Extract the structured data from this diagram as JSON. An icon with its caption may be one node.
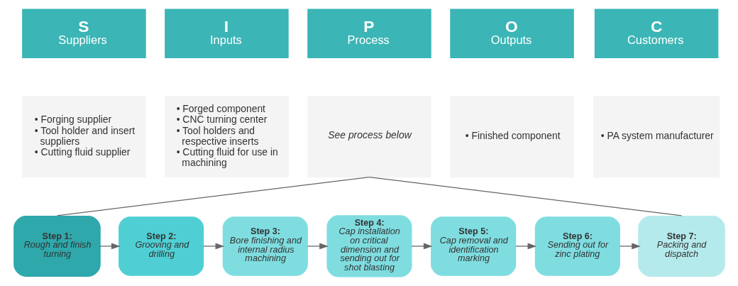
{
  "diagram": {
    "nodes": [
      {
        "text": [
          "S",
          "Suppliers"
        ]
      },
      {
        "text": [
          "• Forging supplier",
          "• Tool holder and insert suppliers",
          "• Cutting fluid supplier"
        ]
      },
      {
        "text": [
          "I",
          "Inputs"
        ]
      },
      {
        "text": [
          "• Forged component",
          "• CNC turning center",
          "• Tool holders and respective inserts",
          "• Cutting fluid for use in machining"
        ]
      },
      {
        "text": [
          "P",
          "Process"
        ]
      },
      {
        "text": [
          "See process below"
        ]
      },
      {
        "text": [
          "O",
          "Outputs"
        ]
      },
      {
        "text": [
          "• Finished component"
        ]
      },
      {
        "text": [
          "C",
          "Customers"
        ]
      },
      {
        "text": [
          "• PA system manufacturer"
        ]
      },
      {
        "text": [
          "Step 1:",
          "Rough and finish turning"
        ]
      },
      {
        "text": [
          "Step 2:",
          "Grooving and drilling"
        ]
      },
      {
        "text": [
          "Step 3:",
          "Bore finishing and internal radius machining"
        ]
      },
      {
        "text": [
          "Step 4:",
          "Cap installation on critical dimension and sending out for shot blasting"
        ]
      },
      {
        "text": [
          "Step 5:",
          "Cap removal and identification marking"
        ]
      },
      {
        "text": [
          "Step 6:",
          "Sending out for zinc plating"
        ]
      },
      {
        "text": [
          "Step 7:",
          "Packing and dispatch"
        ]
      }
    ],
    "edges": [
      {
        "from": 5,
        "to": 10,
        "arrow": "none"
      },
      {
        "from": 5,
        "to": 16,
        "arrow": "none"
      },
      {
        "from": 10,
        "to": 11,
        "arrow": "to"
      },
      {
        "from": 11,
        "to": 12,
        "arrow": "to"
      },
      {
        "from": 12,
        "to": 13,
        "arrow": "to"
      },
      {
        "from": 13,
        "to": 14,
        "arrow": "to"
      },
      {
        "from": 14,
        "to": 15,
        "arrow": "to"
      },
      {
        "from": 15,
        "to": 16,
        "arrow": "to"
      }
    ]
  }
}
